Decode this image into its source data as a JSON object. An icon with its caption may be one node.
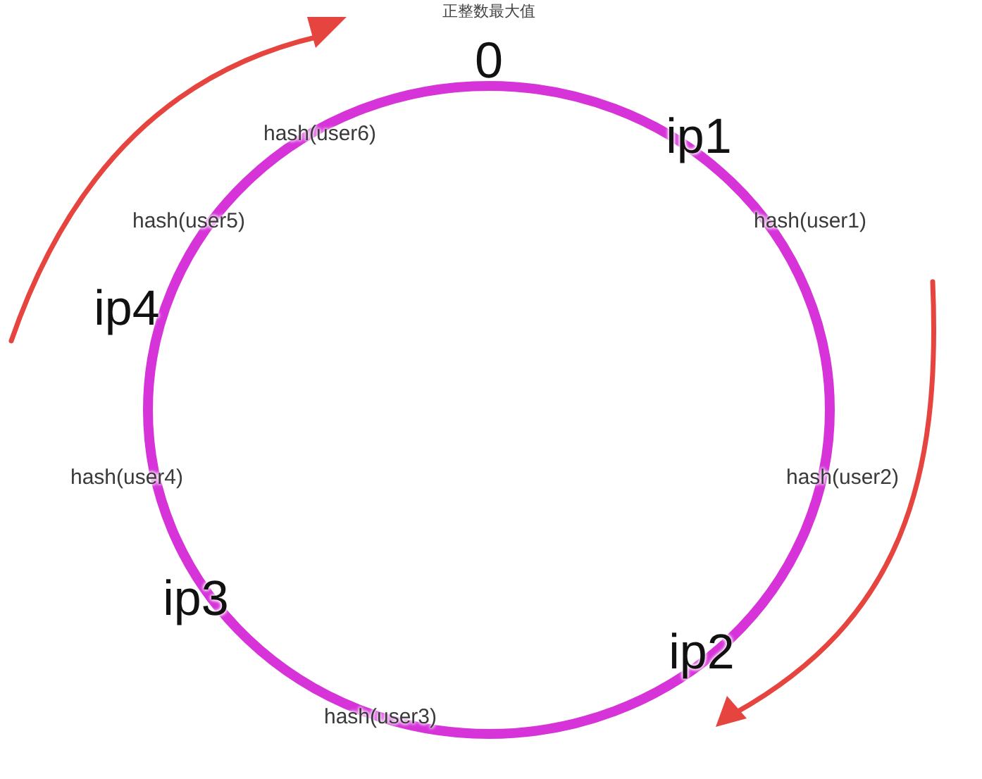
{
  "diagram": {
    "labels": [
      "正整数最大值",
      "0",
      "hash(user6)",
      "ip1",
      "hash(user5)",
      "hash(user1)",
      "ip4",
      "hash(user4)",
      "hash(user2)",
      "ip3",
      "ip2",
      "hash(user3)"
    ]
  }
}
